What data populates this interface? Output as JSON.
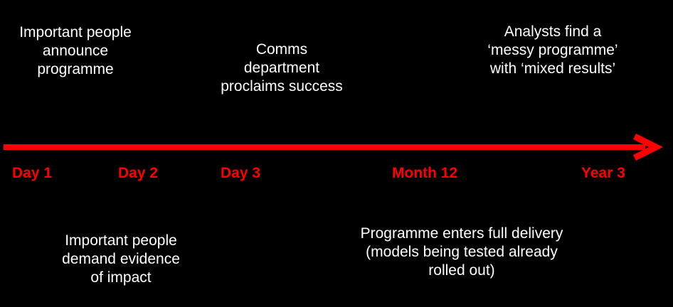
{
  "canvas": {
    "bg": "#000000",
    "text_color": "#ffffff",
    "accent_red": "#ff0000"
  },
  "notes": {
    "top_left": "Important people\nannounce\nprogramme",
    "top_center": "Comms\ndepartment\nproclaims success",
    "top_right": "Analysts find a\n‘messy programme’\nwith ‘mixed results’",
    "bottom_left": "Important people\ndemand evidence\nof impact",
    "bottom_right": "Programme enters full delivery\n(models being tested already\nrolled out)"
  },
  "timeline": {
    "labels": [
      {
        "text": "Day 1"
      },
      {
        "text": "Day 2"
      },
      {
        "text": "Day 3"
      },
      {
        "text": "Month 12"
      },
      {
        "text": "Year 3"
      }
    ]
  }
}
